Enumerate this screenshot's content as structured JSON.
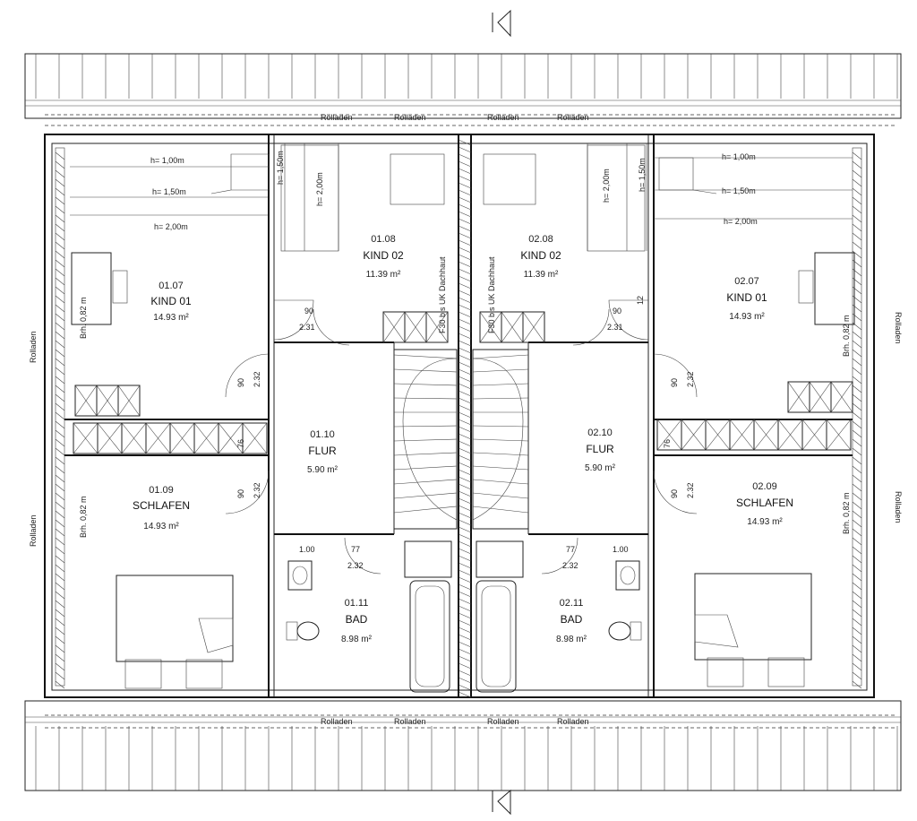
{
  "rooms": [
    {
      "id": "01.07",
      "name": "KIND 01",
      "area": "14.93 m²"
    },
    {
      "id": "01.08",
      "name": "KIND 02",
      "area": "11.39 m²"
    },
    {
      "id": "01.09",
      "name": "SCHLAFEN",
      "area": "14.93 m²"
    },
    {
      "id": "01.10",
      "name": "FLUR",
      "area": "5.90 m²"
    },
    {
      "id": "01.11",
      "name": "BAD",
      "area": "8.98 m²"
    },
    {
      "id": "02.07",
      "name": "KIND 01",
      "area": "14.93 m²"
    },
    {
      "id": "02.08",
      "name": "KIND 02",
      "area": "11.39 m²"
    },
    {
      "id": "02.09",
      "name": "SCHLAFEN",
      "area": "14.93 m²"
    },
    {
      "id": "02.10",
      "name": "FLUR",
      "area": "5.90 m²"
    },
    {
      "id": "02.11",
      "name": "BAD",
      "area": "8.98 m²"
    }
  ],
  "labels": {
    "rolladen": "Rolladen",
    "roof_note": "F30 bis UK Dachhaut",
    "brh": "Brh. 0,82 m",
    "h100": "h= 1,00m",
    "h150": "h= 1,50m",
    "h200": "h= 2,00m"
  },
  "dimensions": [
    "90",
    "2.31",
    "2.32",
    "76",
    "1.00",
    "77",
    "2.32",
    "12"
  ]
}
